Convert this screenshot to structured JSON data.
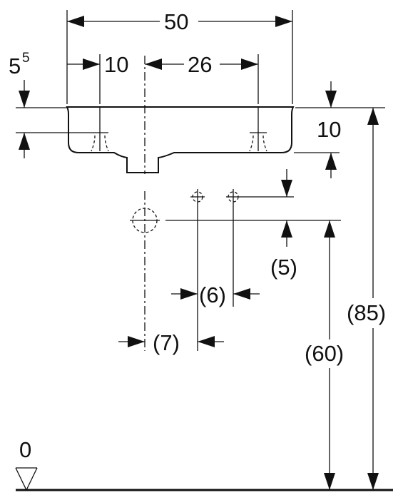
{
  "dimensions": {
    "overall_width": "50",
    "left_edge_to_tap": "10",
    "center_to_tap": "26",
    "rim_offset_base": "5",
    "rim_offset_sup": "5",
    "basin_height": "10",
    "supply_offset": "(5)",
    "supply_spacing": "(6)",
    "drain_to_supply": "(7)",
    "drain_height": "(60)",
    "rim_height": "(85)",
    "floor_level": "0"
  }
}
